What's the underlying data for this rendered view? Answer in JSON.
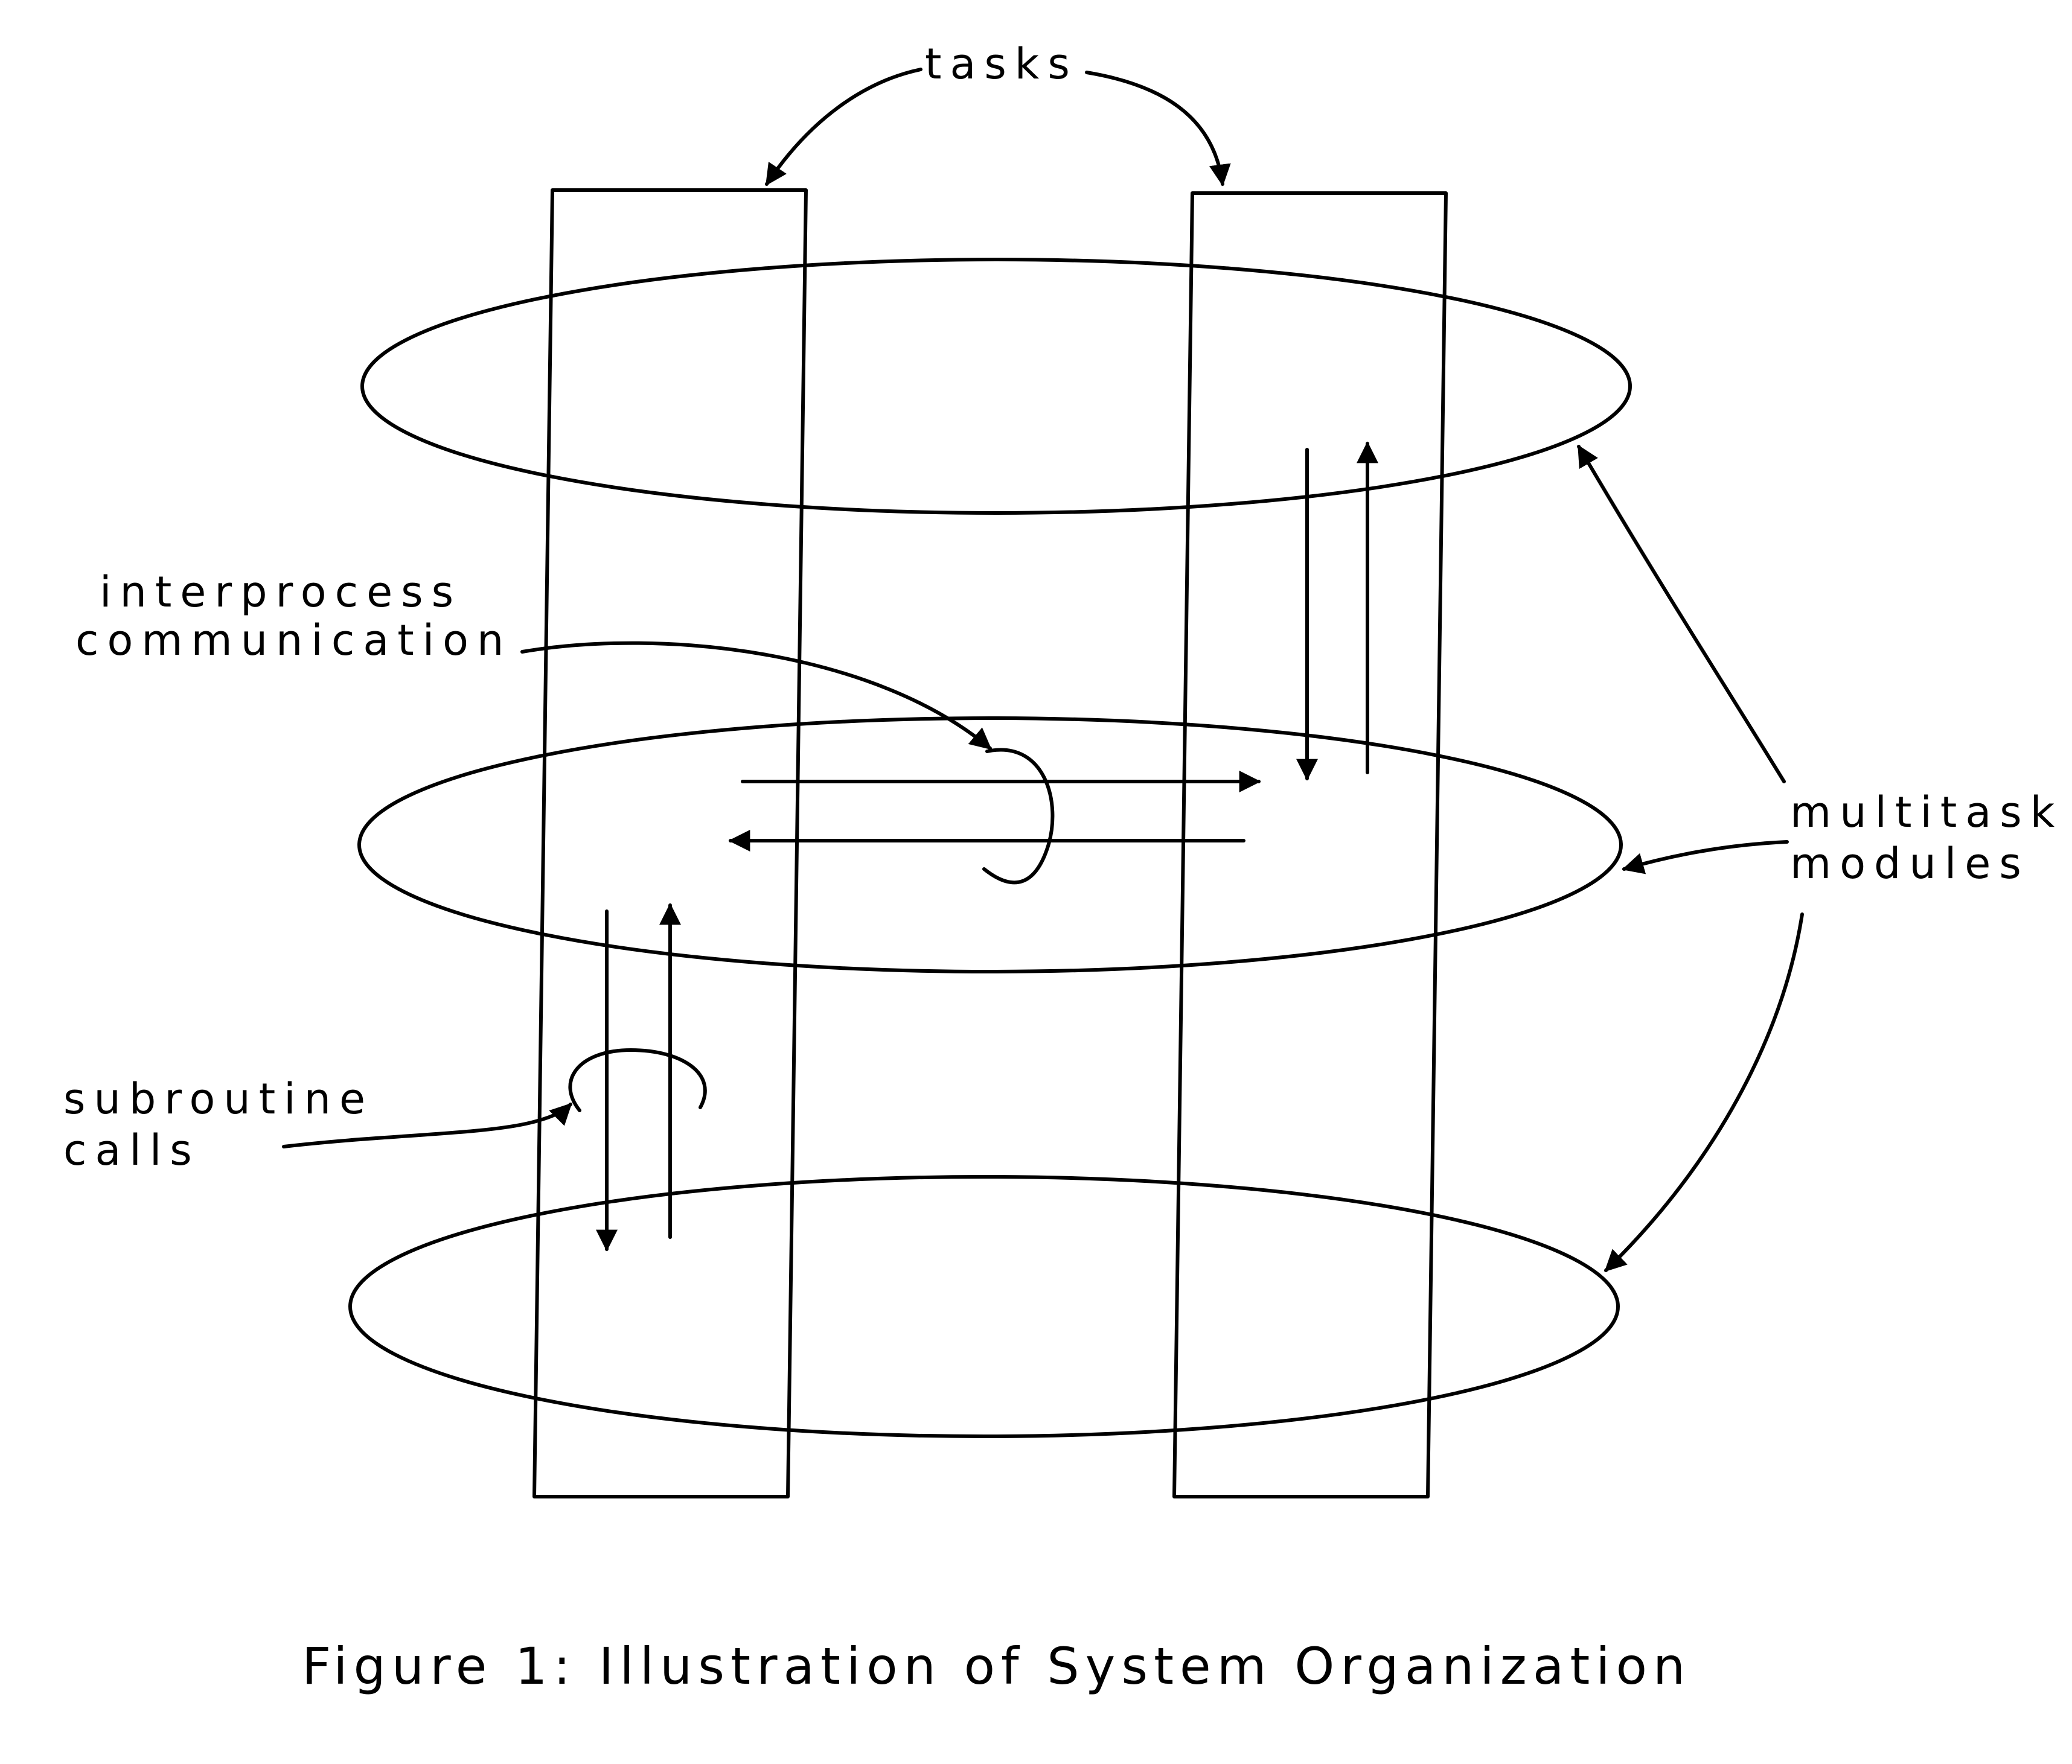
{
  "labels": {
    "tasks": "tasks",
    "ipc_line1": "interprocess",
    "ipc_line2": "communication",
    "multitask_line1": "multitask",
    "multitask_line2": "modules",
    "subroutine_line1": "subroutine",
    "subroutine_line2": "calls"
  },
  "caption": "Figure 1:  Illustration of System Organization",
  "colors": {
    "ink": "#000000",
    "paper": "#ffffff"
  }
}
